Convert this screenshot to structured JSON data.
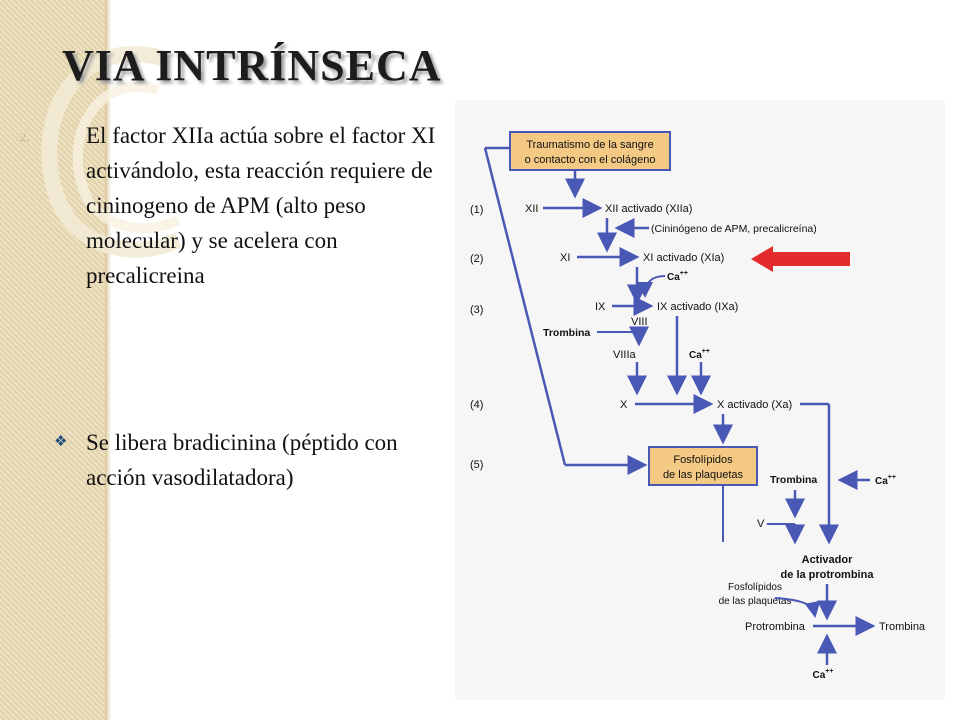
{
  "slide": {
    "title": "VIA  INTRÍNSECA",
    "title_ghost": "CA",
    "bullet1": {
      "marker": "2.",
      "text": "El factor XIIa actúa sobre el factor XI activándolo, esta reacción requiere de cininogeno de APM (alto peso molecular) y se acelera con precalicreina"
    },
    "bullet2": {
      "marker": "❖",
      "text": "Se libera bradicinina (péptido con acción vasodilatadora)"
    }
  },
  "diagram": {
    "start_box": [
      "Traumatismo de la sangre",
      "o contacto con el colágeno"
    ],
    "steps": [
      "(1)",
      "(2)",
      "(3)",
      "(4)",
      "(5)"
    ],
    "xii": "XII",
    "xiia": "XII activado (XIIa)",
    "cininogeno": "(Cininógeno de APM, precalicreína)",
    "xi": "XI",
    "xia": "XI activado (XIa)",
    "ca1": "Ca",
    "ix": "IX",
    "ixa": "IX activado (IXa)",
    "viii": "VIII",
    "trombina1": "Trombina",
    "viiia": "VIIIa",
    "ca2": "Ca",
    "x": "X",
    "xa": "X activado (Xa)",
    "fosfo1": [
      "Fosfolípidos",
      "de las plaquetas"
    ],
    "trombina2": "Trombina",
    "ca3": "Ca",
    "v": "V",
    "activador": [
      "Activador",
      "de la protrombina"
    ],
    "fosfo2": [
      "Fosfolípidos",
      "de las plaquetas"
    ],
    "protrombina": "Protrombina",
    "trombina3": "Trombina",
    "ca4": "Ca",
    "sup": "++",
    "colors": {
      "arrow": "#4a58b5",
      "box_fill": "#f4c984",
      "box_stroke": "#4a58b5",
      "pointer": "#e32b2b"
    }
  }
}
